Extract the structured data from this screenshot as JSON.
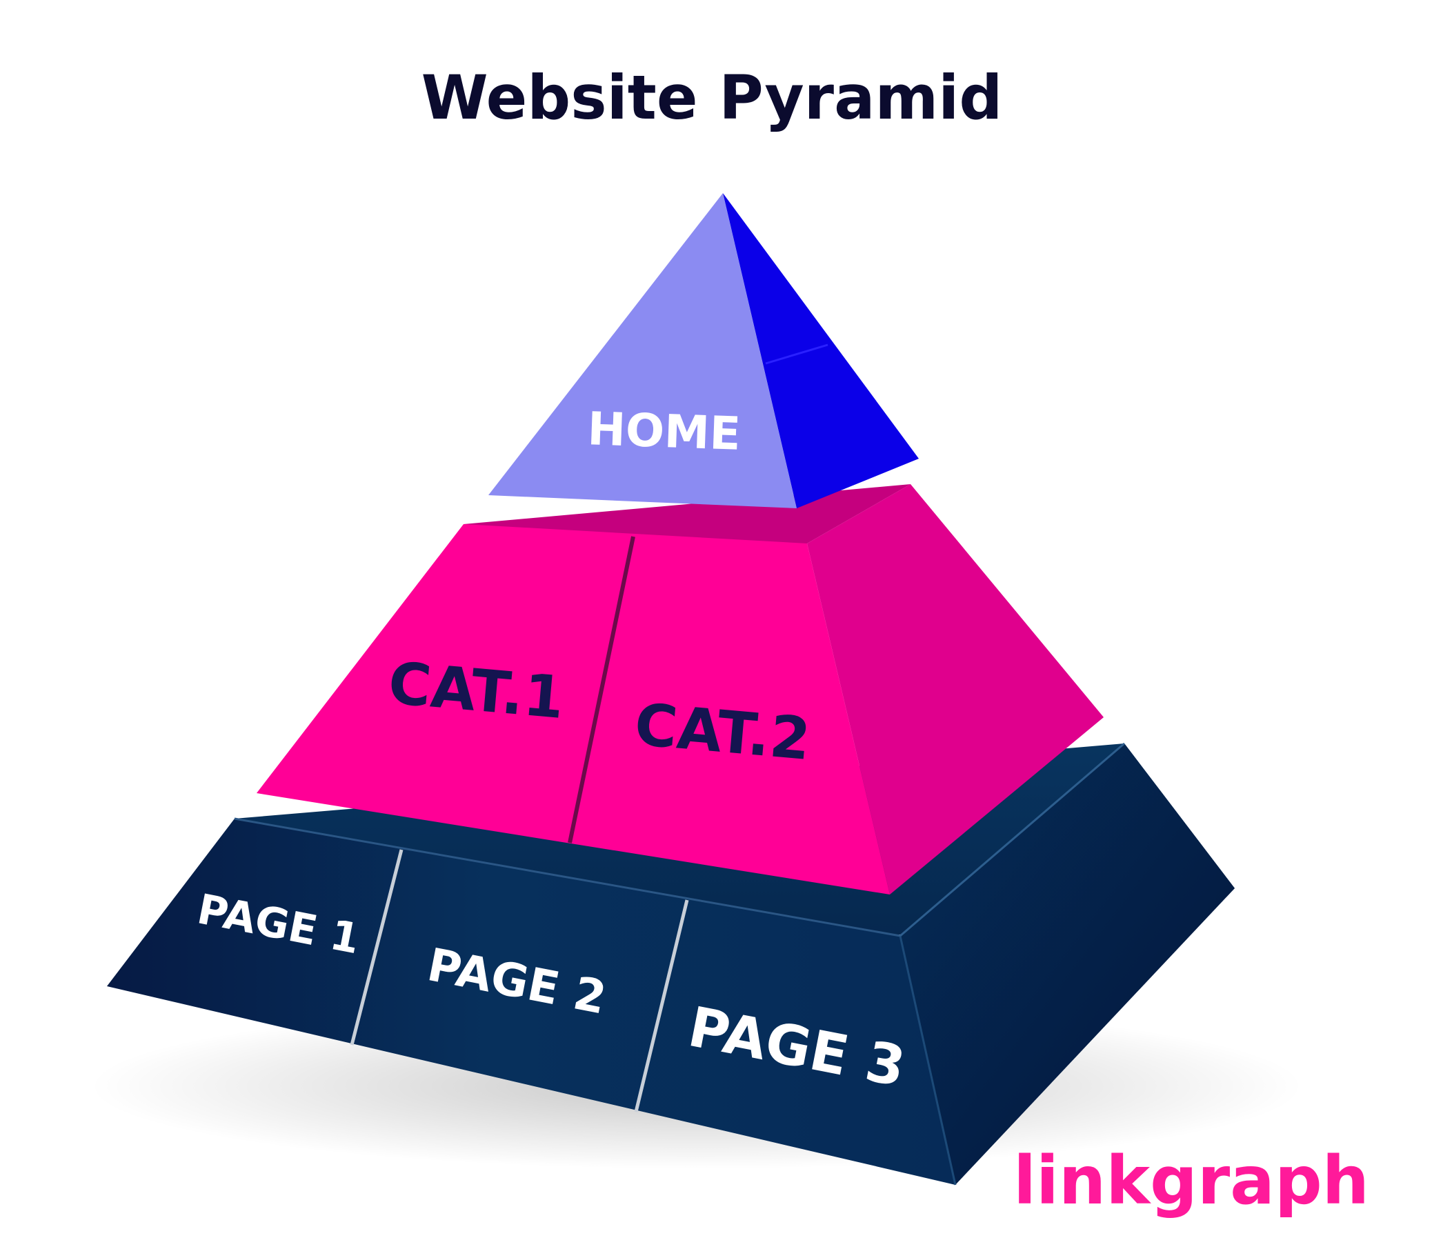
{
  "title": "Website Pyramid",
  "tiers": {
    "top": {
      "label": "HOME"
    },
    "middle": {
      "labels": [
        "CAT.1",
        "CAT.2"
      ]
    },
    "bottom": {
      "labels": [
        "PAGE 1",
        "PAGE 2",
        "PAGE 3"
      ]
    }
  },
  "logo": {
    "text": "linkgraph"
  },
  "colors": {
    "title": "#0b0b2e",
    "home_front": "#8b8bf2",
    "home_side": "#0b00e8",
    "cat_front": "#ff0096",
    "cat_side": "#e0008c",
    "cat_top": "#c40080",
    "cat_text": "#151450",
    "page_front": "#062a55",
    "page_dark": "#04183a",
    "page_text": "#ffffff",
    "home_text": "#ffffff",
    "logo": "#ff1a9a"
  }
}
